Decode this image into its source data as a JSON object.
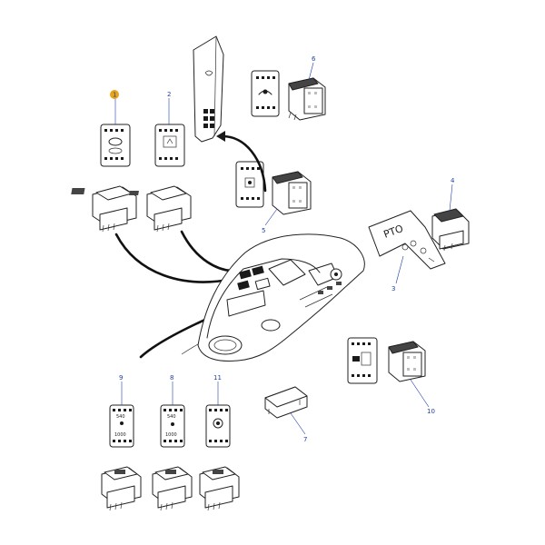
{
  "callouts": [
    {
      "id": "1",
      "label": "1",
      "highlight": true,
      "color": "#e8a317"
    },
    {
      "id": "2",
      "label": "2"
    },
    {
      "id": "3",
      "label": "3"
    },
    {
      "id": "4",
      "label": "4"
    },
    {
      "id": "5",
      "label": "5"
    },
    {
      "id": "6",
      "label": "6"
    },
    {
      "id": "7",
      "label": "7"
    },
    {
      "id": "8",
      "label": "8"
    },
    {
      "id": "9",
      "label": "9"
    },
    {
      "id": "10",
      "label": "10"
    },
    {
      "id": "11",
      "label": "11"
    }
  ],
  "labels": {
    "pto_plate": "PTO",
    "panel_9_top": "540",
    "panel_9_bottom": "1000",
    "panel_8_top": "540",
    "panel_8_bottom": "1000"
  },
  "colors": {
    "callout_text": "#1f3fa8",
    "highlight": "#e8a317",
    "line": "#222222"
  },
  "icons": [
    "switch-label-panel-icon",
    "rocker-switch-icon",
    "connection-arrow-icon",
    "console-icon",
    "switch-blank-cap-icon",
    "pto-plate-icon"
  ]
}
